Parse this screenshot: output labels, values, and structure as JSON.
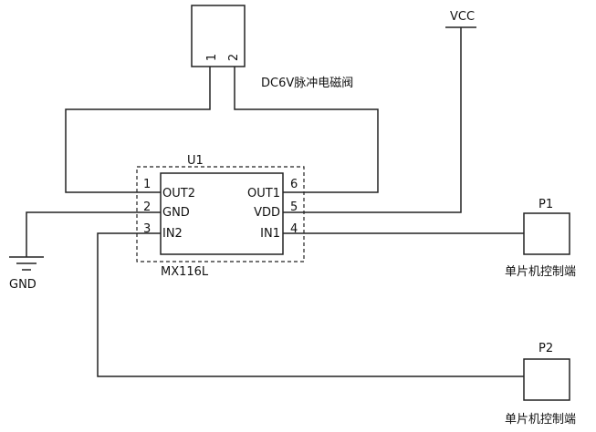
{
  "valve": {
    "label": "DC6V脉冲电磁阀",
    "pin1": "1",
    "pin2": "2"
  },
  "vcc": {
    "label": "VCC"
  },
  "gnd": {
    "label": "GND"
  },
  "chip": {
    "designator": "U1",
    "part": "MX116L",
    "left_pins": [
      {
        "number": "1",
        "name": "OUT2"
      },
      {
        "number": "2",
        "name": "GND"
      },
      {
        "number": "3",
        "name": "IN2"
      }
    ],
    "right_pins": [
      {
        "number": "6",
        "name": "OUT1"
      },
      {
        "number": "5",
        "name": "VDD"
      },
      {
        "number": "4",
        "name": "IN1"
      }
    ]
  },
  "p1": {
    "designator": "P1",
    "description": "单片机控制端"
  },
  "p2": {
    "designator": "P2",
    "description": "单片机控制端"
  }
}
